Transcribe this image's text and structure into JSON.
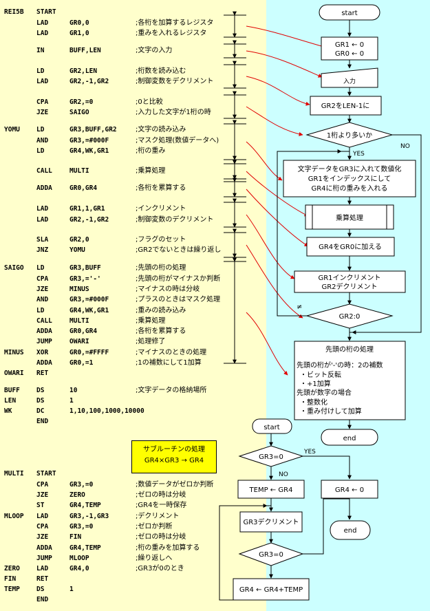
{
  "listing": [
    {
      "label": "REI5B",
      "op": "START",
      "arg": "",
      "comment": ""
    },
    {
      "label": "",
      "op": "LAD",
      "arg": "GR0,0",
      "comment": ";各桁を加算するレジスタ"
    },
    {
      "label": "",
      "op": "LAD",
      "arg": "GR1,0",
      "comment": ";重みを入れるレジスタ"
    },
    {
      "label": "",
      "op": "IN",
      "arg": "BUFF,LEN",
      "comment": ";文字の入力"
    },
    {
      "label": "",
      "op": "LD",
      "arg": "GR2,LEN",
      "comment": ";桁数を読み込む"
    },
    {
      "label": "",
      "op": "LAD",
      "arg": "GR2,-1,GR2",
      "comment": ";制御変数をデクリメント"
    },
    {
      "label": "",
      "op": "CPA",
      "arg": "GR2,=0",
      "comment": ";0と比較"
    },
    {
      "label": "",
      "op": "JZE",
      "arg": "SAIGO",
      "comment": ";入力した文字が1桁の時"
    },
    {
      "label": "YOMU",
      "op": "LD",
      "arg": "GR3,BUFF,GR2",
      "comment": ";文字の読み込み"
    },
    {
      "label": "",
      "op": "AND",
      "arg": "GR3,=#000F",
      "comment": ";マスク処理(数値データへ)"
    },
    {
      "label": "",
      "op": "LD",
      "arg": "GR4,WK,GR1",
      "comment": ";桁の重み"
    },
    {
      "label": "",
      "op": "CALL",
      "arg": "MULTI",
      "comment": ";乗算処理"
    },
    {
      "label": "",
      "op": "ADDA",
      "arg": "GR0,GR4",
      "comment": ";各桁を累算する"
    },
    {
      "label": "",
      "op": "LAD",
      "arg": "GR1,1,GR1",
      "comment": ";インクリメント"
    },
    {
      "label": "",
      "op": "LAD",
      "arg": "GR2,-1,GR2",
      "comment": ";制御変数のデクリメント"
    },
    {
      "label": "",
      "op": "SLA",
      "arg": "GR2,0",
      "comment": ";フラグのセット"
    },
    {
      "label": "",
      "op": "JNZ",
      "arg": "YOMU",
      "comment": ";GR2でないときは繰り返し"
    },
    {
      "label": "SAIGO",
      "op": "LD",
      "arg": "GR3,BUFF",
      "comment": ";先頭の桁の処理"
    },
    {
      "label": "",
      "op": "CPA",
      "arg": "GR3,='-'",
      "comment": ";先頭の桁がマイナスか判断"
    },
    {
      "label": "",
      "op": "JZE",
      "arg": "MINUS",
      "comment": ";マイナスの時は分岐"
    },
    {
      "label": "",
      "op": "AND",
      "arg": "GR3,=#000F",
      "comment": ";プラスのときはマスク処理"
    },
    {
      "label": "",
      "op": "LD",
      "arg": "GR4,WK,GR1",
      "comment": ";重みの読み込み"
    },
    {
      "label": "",
      "op": "CALL",
      "arg": "MULTI",
      "comment": ";乗算処理"
    },
    {
      "label": "",
      "op": "ADDA",
      "arg": "GR0,GR4",
      "comment": ";各桁を累算する"
    },
    {
      "label": "",
      "op": "JUMP",
      "arg": "OWARI",
      "comment": ";処理修了"
    },
    {
      "label": "MINUS",
      "op": "XOR",
      "arg": "GR0,=#FFFF",
      "comment": ";マイナスのときの処理"
    },
    {
      "label": "",
      "op": "ADDA",
      "arg": "GR0,=1",
      "comment": ";1の補数にして1加算"
    },
    {
      "label": "OWARI",
      "op": "RET",
      "arg": "",
      "comment": ""
    },
    {
      "label": "BUFF",
      "op": "DS",
      "arg": "10",
      "comment": ";文字データの格納場所"
    },
    {
      "label": "LEN",
      "op": "DS",
      "arg": "1",
      "comment": ""
    },
    {
      "label": "WK",
      "op": "DC",
      "arg": "1,10,100,1000,10000",
      "comment": ""
    },
    {
      "label": "",
      "op": "END",
      "arg": "",
      "comment": ""
    },
    {
      "label": "MULTI",
      "op": "START",
      "arg": "",
      "comment": ""
    },
    {
      "label": "",
      "op": "CPA",
      "arg": "GR3,=0",
      "comment": ";数値データがゼロか判断"
    },
    {
      "label": "",
      "op": "JZE",
      "arg": "ZERO",
      "comment": ";ゼロの時は分岐"
    },
    {
      "label": "",
      "op": "ST",
      "arg": "GR4,TEMP",
      "comment": ";GR4を一時保存"
    },
    {
      "label": "MLOOP",
      "op": "LAD",
      "arg": "GR3,-1,GR3",
      "comment": ";デクリメント"
    },
    {
      "label": "",
      "op": "CPA",
      "arg": "GR3,=0",
      "comment": ";ゼロか判断"
    },
    {
      "label": "",
      "op": "JZE",
      "arg": "FIN",
      "comment": ";ゼロの時は分岐"
    },
    {
      "label": "",
      "op": "ADDA",
      "arg": "GR4,TEMP",
      "comment": ";桁の重みを加算する"
    },
    {
      "label": "",
      "op": "JUMP",
      "arg": "MLOOP",
      "comment": ";繰り返しへ"
    },
    {
      "label": "ZERO",
      "op": "LAD",
      "arg": "GR4,0",
      "comment": ";GR3が0のとき"
    },
    {
      "label": "FIN",
      "op": "RET",
      "arg": "",
      "comment": ""
    },
    {
      "label": "TEMP",
      "op": "DS",
      "arg": "1",
      "comment": ""
    },
    {
      "label": "",
      "op": "END",
      "arg": "",
      "comment": ""
    }
  ],
  "subroutine_box": {
    "title": "サブルーチンの処理",
    "formula": "GR4×GR3 → GR4"
  },
  "main_flow": {
    "start": "start",
    "init": [
      "GR1 ← 0",
      "GR0 ← 0"
    ],
    "input": "入力",
    "len_dec": "GR2をLEN-1に",
    "cond_digits": "1桁より多いか",
    "yes": "YES",
    "no": "NO",
    "convert": [
      "文字データをGR3に入れて数値化",
      "GR1をインデックスにして",
      "GR4に桁の重みを入れる"
    ],
    "multiply": "乗算処理",
    "add": "GR4をGR0に加える",
    "incdec": [
      "GR1インクリメント",
      "GR2デクリメント"
    ],
    "cond_gr2": "GR2:0",
    "neq": "≠",
    "first_digit": [
      "先頭の桁の処理",
      "",
      "先頭の桁が'-'の時：2の補数",
      "・ビット反転",
      "・+1加算",
      "先頭が数字の場合",
      "・整数化",
      "・重み付けして加算"
    ],
    "end": "end"
  },
  "sub_flow": {
    "start": "start",
    "cond_gr3_zero": "GR3=0",
    "yes": "YES",
    "no": "NO",
    "temp": "TEMP ← GR4",
    "gr4_zero": "GR4 ← 0",
    "dec": "GR3デクリメント",
    "cond_gr3_zero2": "GR3=0",
    "add": "GR4 ← GR4+TEMP",
    "end": "end"
  }
}
